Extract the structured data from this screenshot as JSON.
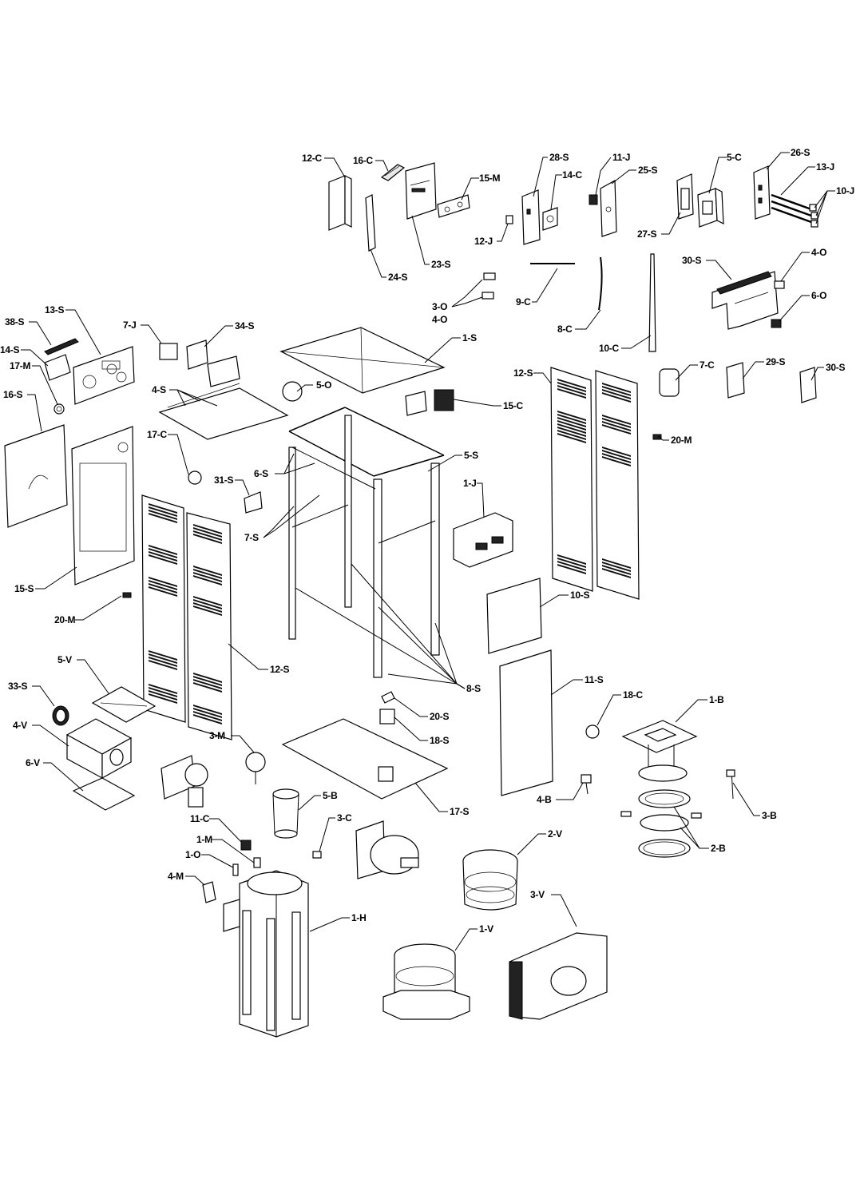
{
  "diagram": {
    "callouts": [
      {
        "id": "12-C",
        "label": "12-C"
      },
      {
        "id": "16-C",
        "label": "16-C"
      },
      {
        "id": "15-M",
        "label": "15-M"
      },
      {
        "id": "28-S",
        "label": "28-S"
      },
      {
        "id": "11-J",
        "label": "11-J"
      },
      {
        "id": "25-S",
        "label": "25-S"
      },
      {
        "id": "5-C",
        "label": "5-C"
      },
      {
        "id": "26-S",
        "label": "26-S"
      },
      {
        "id": "13-J",
        "label": "13-J"
      },
      {
        "id": "10-J",
        "label": "10-J"
      },
      {
        "id": "14-C",
        "label": "14-C"
      },
      {
        "id": "12-J",
        "label": "12-J"
      },
      {
        "id": "27-S",
        "label": "27-S"
      },
      {
        "id": "23-S",
        "label": "23-S"
      },
      {
        "id": "24-S",
        "label": "24-S"
      },
      {
        "id": "4-O-top",
        "label": "4-O"
      },
      {
        "id": "30-S-top",
        "label": "30-S"
      },
      {
        "id": "9-C",
        "label": "9-C"
      },
      {
        "id": "3-O",
        "label": "3-O"
      },
      {
        "id": "4-O-mid",
        "label": "4-O"
      },
      {
        "id": "6-O",
        "label": "6-O"
      },
      {
        "id": "8-C",
        "label": "8-C"
      },
      {
        "id": "10-C",
        "label": "10-C"
      },
      {
        "id": "38-S",
        "label": "38-S"
      },
      {
        "id": "13-S",
        "label": "13-S"
      },
      {
        "id": "7-J",
        "label": "7-J"
      },
      {
        "id": "34-S",
        "label": "34-S"
      },
      {
        "id": "1-S",
        "label": "1-S"
      },
      {
        "id": "14-S",
        "label": "14-S"
      },
      {
        "id": "12-S-right",
        "label": "12-S"
      },
      {
        "id": "7-C",
        "label": "7-C"
      },
      {
        "id": "29-S",
        "label": "29-S"
      },
      {
        "id": "30-S-right",
        "label": "30-S"
      },
      {
        "id": "17-M",
        "label": "17-M"
      },
      {
        "id": "4-S",
        "label": "4-S"
      },
      {
        "id": "5-O",
        "label": "5-O"
      },
      {
        "id": "15-C",
        "label": "15-C"
      },
      {
        "id": "16-S",
        "label": "16-S"
      },
      {
        "id": "17-C",
        "label": "17-C"
      },
      {
        "id": "6-S",
        "label": "6-S"
      },
      {
        "id": "5-S",
        "label": "5-S"
      },
      {
        "id": "20-M-right",
        "label": "20-M"
      },
      {
        "id": "31-S",
        "label": "31-S"
      },
      {
        "id": "1-J",
        "label": "1-J"
      },
      {
        "id": "7-S",
        "label": "7-S"
      },
      {
        "id": "15-S",
        "label": "15-S"
      },
      {
        "id": "10-S",
        "label": "10-S"
      },
      {
        "id": "20-M-left",
        "label": "20-M"
      },
      {
        "id": "12-S-left",
        "label": "12-S"
      },
      {
        "id": "5-V",
        "label": "5-V"
      },
      {
        "id": "8-S",
        "label": "8-S"
      },
      {
        "id": "11-S",
        "label": "11-S"
      },
      {
        "id": "33-S",
        "label": "33-S"
      },
      {
        "id": "18-C",
        "label": "18-C"
      },
      {
        "id": "1-B",
        "label": "1-B"
      },
      {
        "id": "20-S",
        "label": "20-S"
      },
      {
        "id": "4-V",
        "label": "4-V"
      },
      {
        "id": "3-M",
        "label": "3-M"
      },
      {
        "id": "18-S",
        "label": "18-S"
      },
      {
        "id": "6-V",
        "label": "6-V"
      },
      {
        "id": "3-B",
        "label": "3-B"
      },
      {
        "id": "4-B",
        "label": "4-B"
      },
      {
        "id": "5-B",
        "label": "5-B"
      },
      {
        "id": "17-S",
        "label": "17-S"
      },
      {
        "id": "11-C",
        "label": "11-C"
      },
      {
        "id": "3-C",
        "label": "3-C"
      },
      {
        "id": "2-B",
        "label": "2-B"
      },
      {
        "id": "1-M",
        "label": "1-M"
      },
      {
        "id": "2-V",
        "label": "2-V"
      },
      {
        "id": "1-O",
        "label": "1-O"
      },
      {
        "id": "4-M",
        "label": "4-M"
      },
      {
        "id": "3-V",
        "label": "3-V"
      },
      {
        "id": "1-H",
        "label": "1-H"
      },
      {
        "id": "1-V",
        "label": "1-V"
      }
    ]
  }
}
